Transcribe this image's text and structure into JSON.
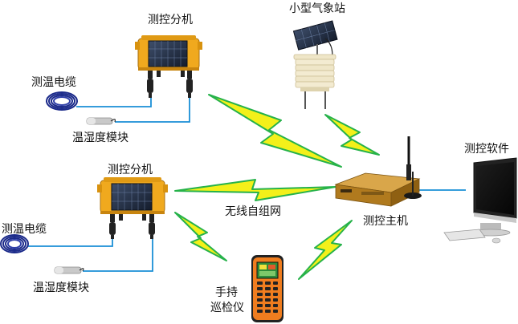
{
  "labels": {
    "node_top": "测控分机",
    "node_mid": "测控分机",
    "weather": "小型气象站",
    "cable_top": "测温电缆",
    "cable_mid": "测温电缆",
    "humid_top": "温湿度模块",
    "humid_mid": "温湿度模块",
    "software": "测控软件",
    "wireless": "无线自组网",
    "host": "测控主机",
    "handheld_line1": "手持",
    "handheld_line2": "巡检仪"
  },
  "colors": {
    "enclosure": "#f0a91e",
    "wire": "#1a8fd6",
    "bolt_fill": "#f3f01a",
    "bolt_edge": "#26b24a",
    "host_case": "#b07a1e",
    "device_orange": "#ef7d1f"
  }
}
